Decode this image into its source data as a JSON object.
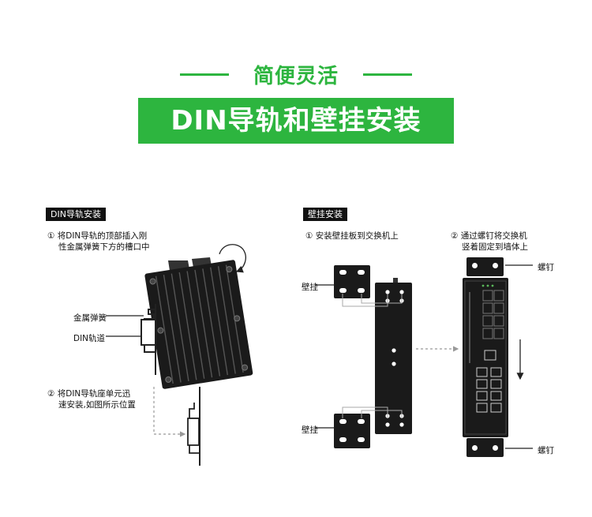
{
  "header": {
    "subtitle": "简便灵活",
    "title": "DIN导轨和壁挂安装"
  },
  "din": {
    "tag": "DIN导轨安装",
    "step1": [
      "① 将DIN导轨的顶部插入刚",
      "性金属弹簧下方的槽口中"
    ],
    "label_spring": "金属弹簧",
    "label_rail": "DIN轨道",
    "step2": [
      "② 将DIN导轨座单元迅",
      "速安装,如图所示位置"
    ]
  },
  "wall": {
    "tag": "壁挂安装",
    "step1": "① 安装壁挂板到交换机上",
    "step2": [
      "② 通过螺钉将交换机",
      "竖着固定到墙体上"
    ],
    "label_bracket_top": "壁挂",
    "label_bracket_bottom": "壁挂",
    "label_screw_top": "螺钉",
    "label_screw_bottom": "螺钉"
  },
  "colors": {
    "accent": "#2db53f",
    "device": "#1a1a1a",
    "arrow": "#999999"
  }
}
